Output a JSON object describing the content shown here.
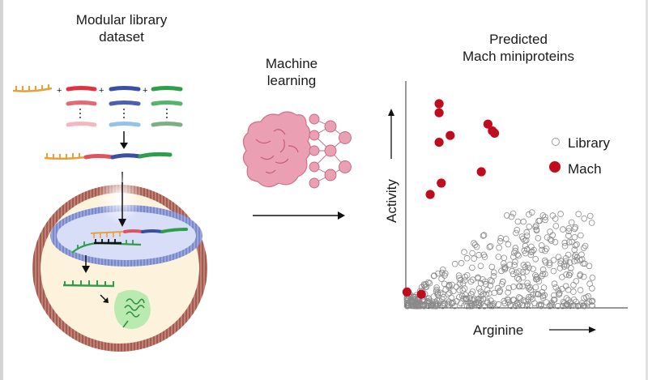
{
  "panels": {
    "left": {
      "title_line1": "Modular library",
      "title_line2": "dataset"
    },
    "middle": {
      "title_line1": "Machine",
      "title_line2": "learning"
    },
    "right": {
      "title_line1": "Predicted",
      "title_line2": "Mach miniproteins"
    }
  },
  "icons": {
    "left": [
      "peptide-chain-icon",
      "module-stack-icon",
      "cell-icon",
      "nucleus-icon",
      "protein-icon"
    ],
    "middle": [
      "brain-icon",
      "neural-network-icon",
      "arrow-right-icon"
    ]
  },
  "colors": {
    "module_red": "#e0333f",
    "module_blue": "#3a4fa3",
    "module_green": "#2e9e4a",
    "anchor_orange": "#e8a13a",
    "brain_pink": "#e58aa0",
    "mach_red": "#c00d1e",
    "library_gray": "#8a8a8a",
    "cell_membrane": "#b86a5f",
    "cytoplasm": "#fdf2dc",
    "nucleus": "#d8def7"
  },
  "chart_data": {
    "type": "scatter",
    "title": "Predicted Mach miniproteins",
    "xlabel": "Arginine",
    "ylabel": "Activity",
    "xlim": [
      0,
      100
    ],
    "ylim": [
      0,
      100
    ],
    "grid": false,
    "axis_ticks": "none",
    "legend_position": "right",
    "legend": [
      {
        "name": "Library",
        "marker": "open-circle"
      },
      {
        "name": "Mach",
        "marker": "filled-circle"
      }
    ],
    "series": [
      {
        "name": "Mach",
        "points": [
          [
            15,
            90
          ],
          [
            15,
            86
          ],
          [
            20,
            76
          ],
          [
            15,
            73
          ],
          [
            37,
            81
          ],
          [
            39,
            78
          ],
          [
            40,
            77
          ],
          [
            34,
            60
          ],
          [
            16,
            55
          ],
          [
            11,
            50
          ],
          [
            0.5,
            7
          ],
          [
            7,
            6
          ]
        ]
      },
      {
        "name": "Library",
        "points": "approx. 500 points; dense near y 0-10 for x 5-70, upper envelope rising from y~10 at x~5 to y~40 at x~45-85"
      }
    ]
  }
}
